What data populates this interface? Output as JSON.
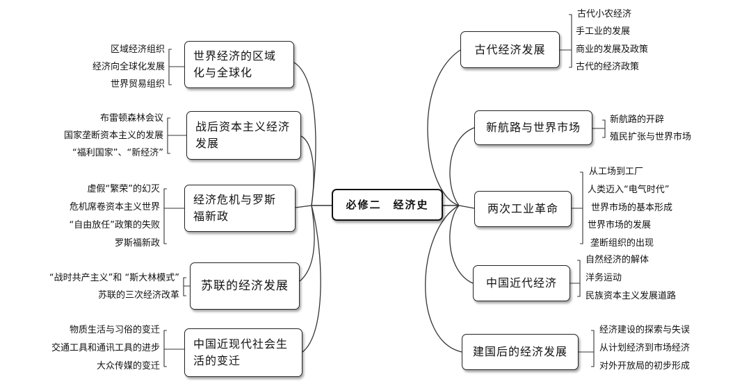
{
  "center": "必修二　经济史",
  "left_branches": [
    {
      "title": "世界经济的区域化与全球化",
      "items": [
        "区域经济组织",
        "经济向全球化发展",
        "世界贸易组织"
      ]
    },
    {
      "title": "战后资本主义经济发展",
      "items": [
        "布雷顿森林会议",
        "国家垄断资本主义的发展",
        "“福利国家”、“新经济”"
      ]
    },
    {
      "title": "经济危机与罗斯福新政",
      "items": [
        "虚假“繁荣”的幻灭",
        "危机席卷资本主义世界",
        "“自由放任”政策的失败",
        "罗斯福新政"
      ]
    },
    {
      "title": "苏联的经济发展",
      "items": [
        "“战时共产主义”和 “斯大林模式”",
        "苏联的三次经济改革"
      ]
    },
    {
      "title": "中国近现代社会生活的变迁",
      "items": [
        "物质生活与习俗的变迁",
        "交通工具和通讯工具的进步",
        "大众传媒的变迁"
      ]
    }
  ],
  "right_branches": [
    {
      "title": "古代经济发展",
      "items": [
        "古代小农经济",
        "手工业的发展",
        "商业的发展及政策",
        "古代的经济政策"
      ]
    },
    {
      "title": "新航路与世界市场",
      "items": [
        "新航路的开辟",
        "殖民扩张与世界市场"
      ]
    },
    {
      "title": "两次工业革命",
      "items": [
        "从工场到工厂",
        "人类迈入“电气时代”",
        "世界市场的基本形成",
        "世界市场的发展",
        "垄断组织的出现"
      ]
    },
    {
      "title": "中国近代经济",
      "items": [
        "自然经济的解体",
        "洋务运动",
        "民族资本主义发展道路"
      ]
    },
    {
      "title": "建国后的经济发展",
      "items": [
        "经济建设的探索与失误",
        "从计划经济到市场经济",
        "对外开放局的初步形成"
      ]
    }
  ]
}
